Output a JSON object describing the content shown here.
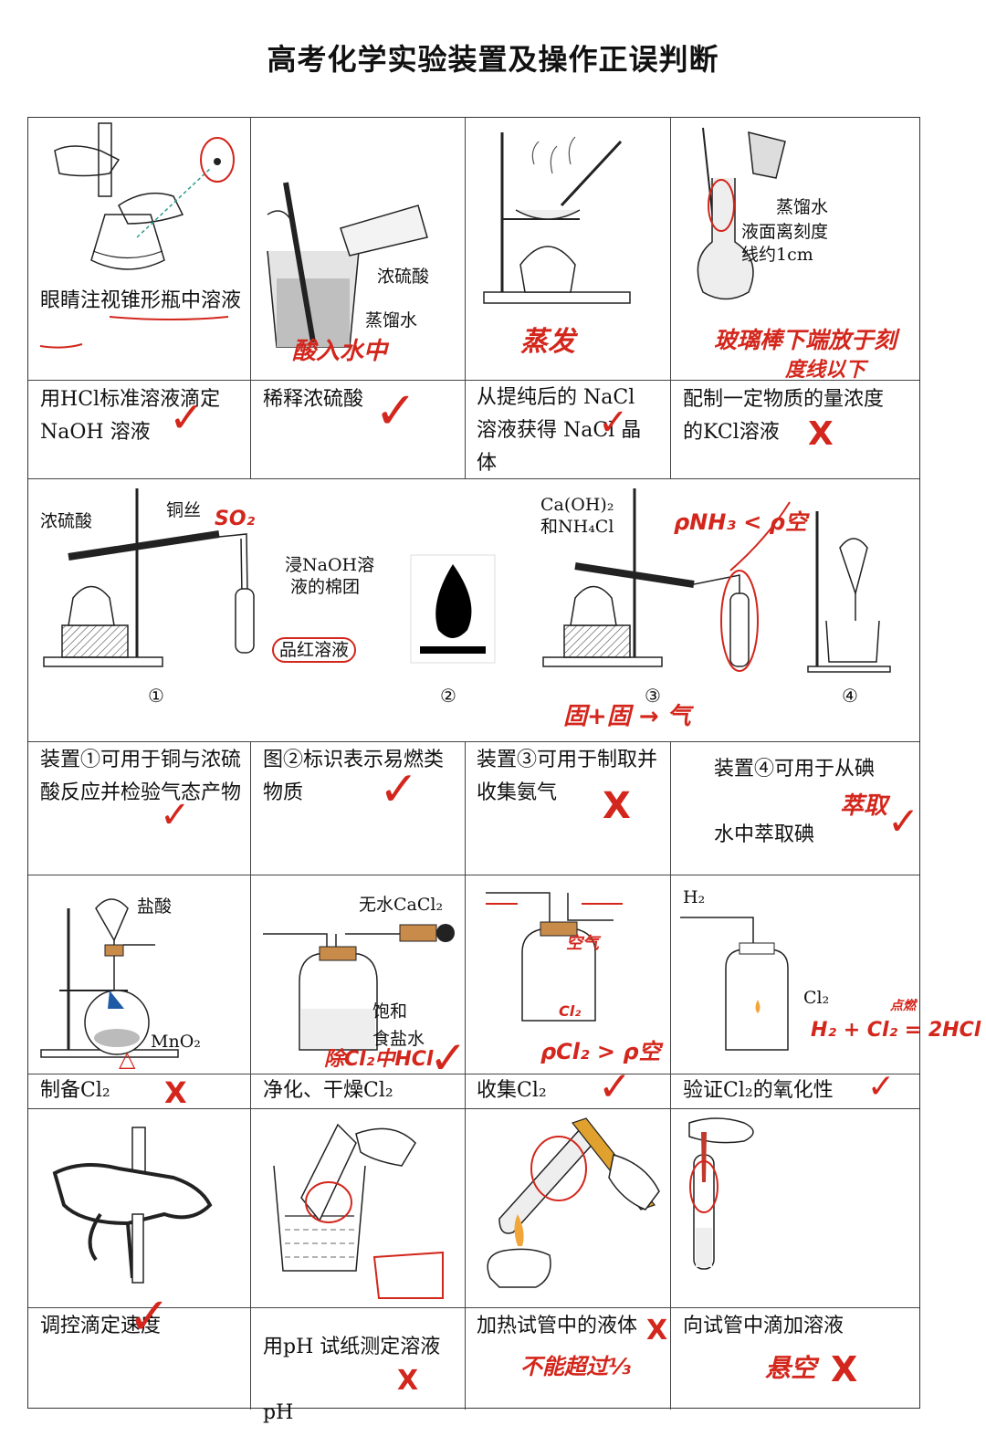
{
  "title": "高考化学实验装置及操作正误判断",
  "row1": {
    "c1": {
      "fig_text": "眼睛注视锥形瓶中溶液",
      "caption_a": "用",
      "caption_b": "HCl",
      "caption_c": "标准溶液滴定",
      "caption_d": "NaOH 溶液",
      "mark": "✓"
    },
    "c2": {
      "label_acid": "浓硫酸",
      "label_water": "蒸馏水",
      "note": "酸入水中",
      "caption": "稀释浓硫酸",
      "mark": "✓"
    },
    "c3": {
      "note": "蒸发",
      "caption_a": "从提纯后的 NaCl",
      "caption_b": "溶液获得 NaCl 晶",
      "caption_c": "体",
      "mark": "✓"
    },
    "c4": {
      "label_water": "蒸馏水",
      "label_gap1": "液面离刻度",
      "label_gap2": "线约1cm",
      "note1": "玻璃棒下端放于刻",
      "note2": "度线以下",
      "caption_a": "配制一定物质的量浓度",
      "caption_b": "的KCl溶液",
      "mark": "X"
    }
  },
  "row2": {
    "fig": {
      "label_acid": "浓硫酸",
      "label_cu": "铜丝",
      "note_so2": "SO₂",
      "label_naoh1": "浸NaOH溶",
      "label_naoh2": "液的棉团",
      "label_pinhong": "品红溶液",
      "num1": "①",
      "num2": "②",
      "label_caoh2": "Ca(OH)₂",
      "label_nh4cl": "和NH₄Cl",
      "note_rho": "ρNH₃ < ρ空",
      "num3": "③",
      "note_solid": "固+固 → 气",
      "num4": "④"
    },
    "c1": {
      "caption": "装置①可用于铜与浓硫酸反应并检验气态产物",
      "mark": "✓"
    },
    "c2": {
      "caption": "图②标识表示易燃类物质",
      "mark": "✓"
    },
    "c3": {
      "caption": "装置③可用于制取并收集氨气",
      "mark": "X"
    },
    "c4": {
      "caption_a": "装置④可用于从碘",
      "caption_b": "水中萃取碘",
      "note": "萃取",
      "mark": "✓"
    }
  },
  "row3": {
    "c1": {
      "label_hcl": "盐酸",
      "label_mno2": "MnO₂",
      "note": "△",
      "caption": "制备Cl₂",
      "mark": "X"
    },
    "c2": {
      "label_cacl2": "无水CaCl₂",
      "label_salt1": "饱和",
      "label_salt2": "食盐水",
      "note": "除Cl₂中HCl",
      "caption": "净化、干燥Cl₂",
      "mark": "✓"
    },
    "c3": {
      "note_air": "空气",
      "note_cl2": "Cl₂",
      "note_rho": "ρCl₂ > ρ空",
      "caption": "收集Cl₂",
      "mark": "✓"
    },
    "c4": {
      "label_h2": "H₂",
      "label_cl2": "Cl₂",
      "note": "H₂ + Cl₂ = 2HCl",
      "note_cond": "点燃",
      "caption": "验证Cl₂的氧化性",
      "mark": "✓"
    }
  },
  "row4": {
    "c1": {
      "caption": "调控滴定速度",
      "mark": "✓"
    },
    "c2": {
      "caption_a": "用",
      "caption_b": "pH",
      "caption_c": "试纸测定溶液",
      "caption_d": "pH",
      "mark": "X"
    },
    "c3": {
      "caption": "加热试管中的液体",
      "note": "不能超过⅓",
      "mark": "X"
    },
    "c4": {
      "caption": "向试管中滴加溶液",
      "note": "悬空",
      "mark": "X"
    }
  },
  "colors": {
    "ink": "#111111",
    "red": "#d3261c",
    "grid": "#444444"
  }
}
